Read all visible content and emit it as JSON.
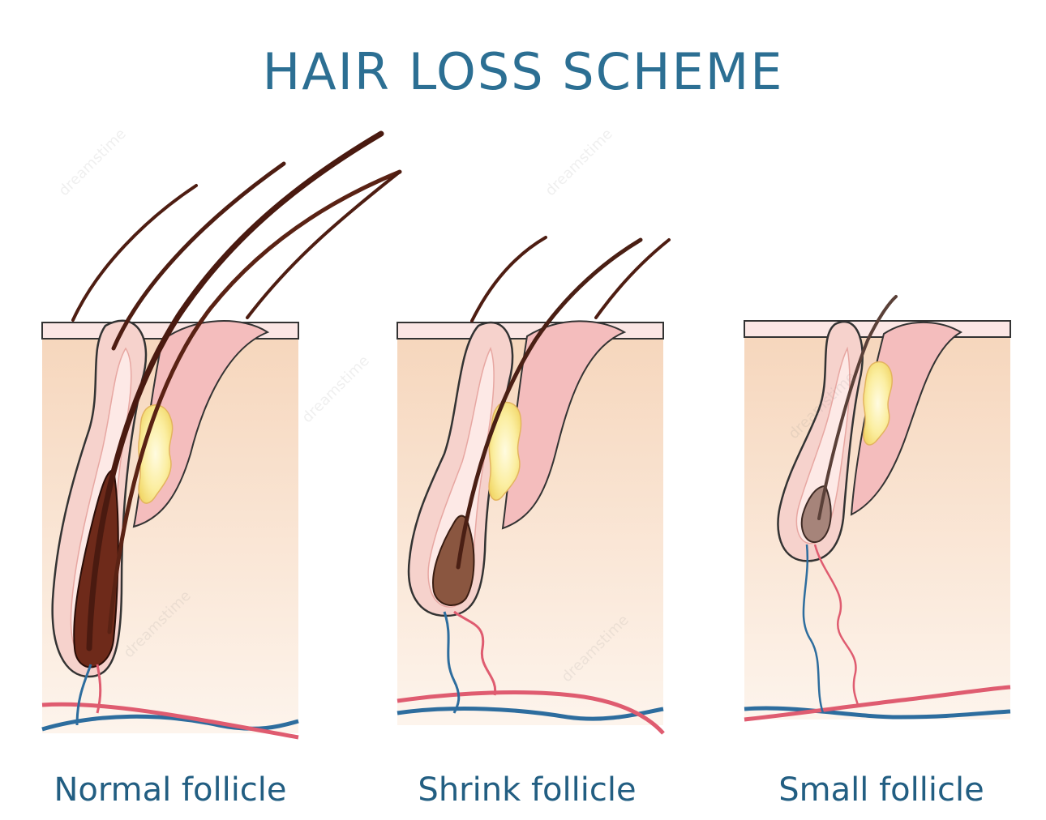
{
  "title": "HAIR LOSS SCHEME",
  "panels": [
    {
      "caption": "Normal follicle"
    },
    {
      "caption": "Shrink follicle"
    },
    {
      "caption": "Small follicle"
    }
  ],
  "colors": {
    "title": "#2c6f93",
    "skin_top": "#f6d8bf",
    "skin_bottom": "#fdf3ea",
    "follicle_pink": "#f3c8c4",
    "hair_normal": "#6e2a1a",
    "hair_shrink": "#8a5640",
    "hair_small": "#a6847a",
    "artery": "#df5c70",
    "vein": "#2d6d9e"
  },
  "watermark": "dreamstime"
}
